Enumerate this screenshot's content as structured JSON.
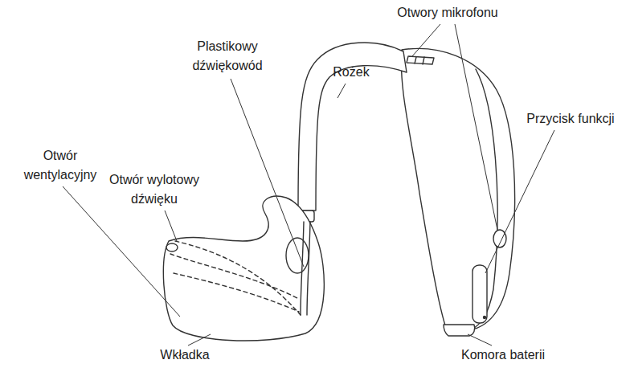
{
  "diagram": {
    "labels": [
      "Otwory mikrofonu",
      "Rożek",
      "Plastikowy dźwiękowód",
      "Przycisk funkcji",
      "Otwór wentylacyjny",
      "Otwór wylotowy dźwięku",
      "Wkładka",
      "Komora baterii"
    ]
  }
}
